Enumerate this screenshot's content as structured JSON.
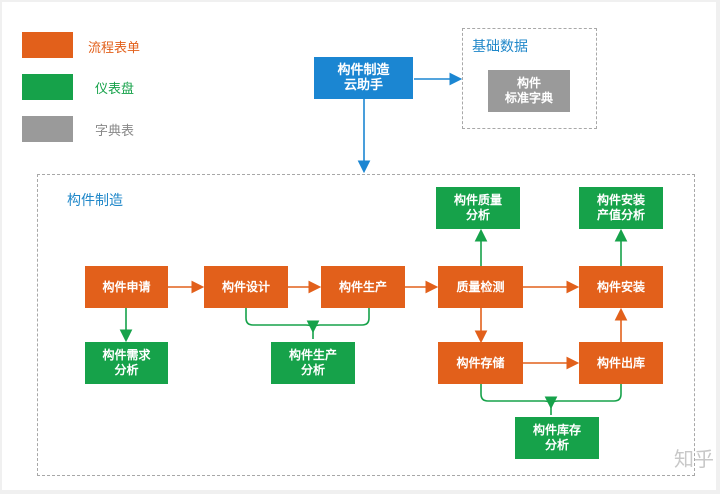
{
  "legend": [
    {
      "label": "流程表单",
      "color": "#e2601b",
      "text_color": "#e2601b"
    },
    {
      "label": "仪表盘",
      "color": "#16a24a",
      "text_color": "#16a24a"
    },
    {
      "label": "字典表",
      "color": "#9a9a9a",
      "text_color": "#888888"
    }
  ],
  "colors": {
    "process": "#e2601b",
    "dashboard": "#16a24a",
    "dictionary": "#9a9a9a",
    "assistant": "#1b86d2",
    "title": "#1f87c9"
  },
  "assistant": {
    "label": "构件制造\n云助手"
  },
  "basic_data": {
    "title": "基础数据",
    "dictionary": "构件\n标准字典"
  },
  "manufacturing": {
    "title": "构件制造",
    "process": {
      "apply": "构件申请",
      "design": "构件设计",
      "produce": "构件生产",
      "inspect": "质量检测",
      "install": "构件安装",
      "store": "构件存储",
      "outbound": "构件出库"
    },
    "dashboards": {
      "demand": "构件需求\n分析",
      "production": "构件生产\n分析",
      "quality": "构件质量\n分析",
      "install_value": "构件安装\n产值分析",
      "inventory": "构件库存\n分析"
    }
  },
  "watermark": "知乎"
}
